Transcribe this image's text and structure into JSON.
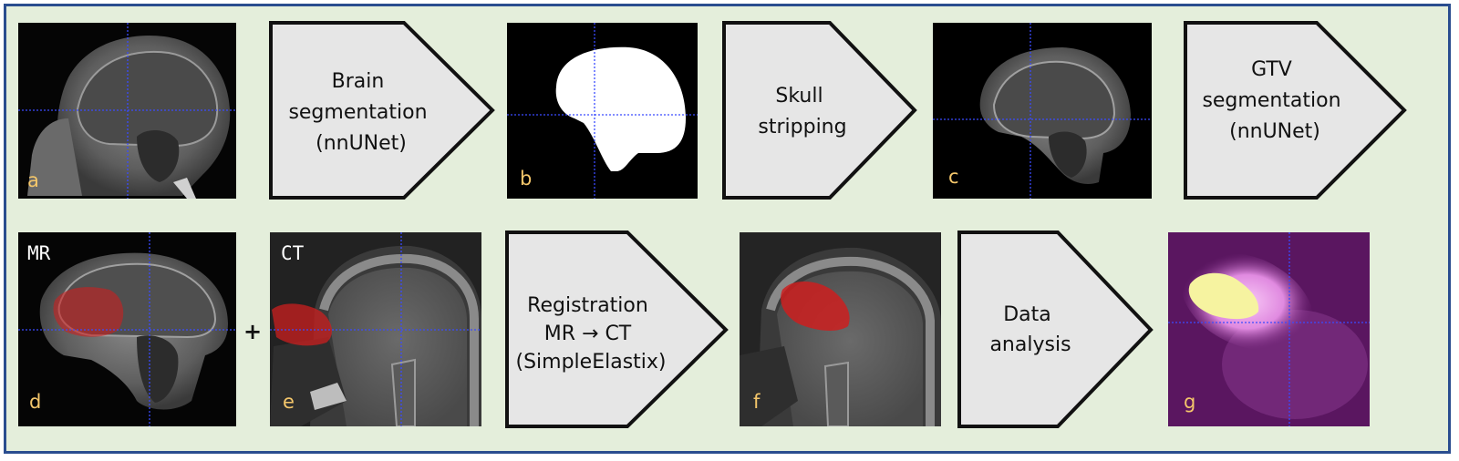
{
  "colors": {
    "background": "#e4eedb",
    "frame_border": "#2a4d8f",
    "arrow_fill": "#e6e6e6",
    "arrow_stroke": "#111111",
    "panel_label": "#f5c76b",
    "modality_label": "#ffffff",
    "crosshair": "#3a4bff",
    "tumor": "#cc1f1f",
    "heatmap_bg": "#5a1660",
    "heatmap_glow": "#f4a2f0",
    "heatmap_core": "#f6f3a0"
  },
  "panels": {
    "a": {
      "label": "a"
    },
    "b": {
      "label": "b"
    },
    "c": {
      "label": "c"
    },
    "d": {
      "label": "d",
      "modality": "MR"
    },
    "e": {
      "label": "e",
      "modality": "CT"
    },
    "f": {
      "label": "f"
    },
    "g": {
      "label": "g"
    }
  },
  "plus_sign": "+",
  "steps": {
    "brain_seg": {
      "lines": [
        "Brain",
        "segmentation",
        "(nnUNet)"
      ]
    },
    "skull_strip": {
      "lines": [
        "Skull",
        "stripping"
      ]
    },
    "gtv_seg": {
      "lines": [
        "GTV",
        "segmentation",
        "(nnUNet)"
      ]
    },
    "registration": {
      "lines": [
        "Registration",
        "MR → CT",
        "(SimpleElastix)"
      ]
    },
    "data_analysis": {
      "lines": [
        "Data",
        "analysis"
      ]
    }
  }
}
